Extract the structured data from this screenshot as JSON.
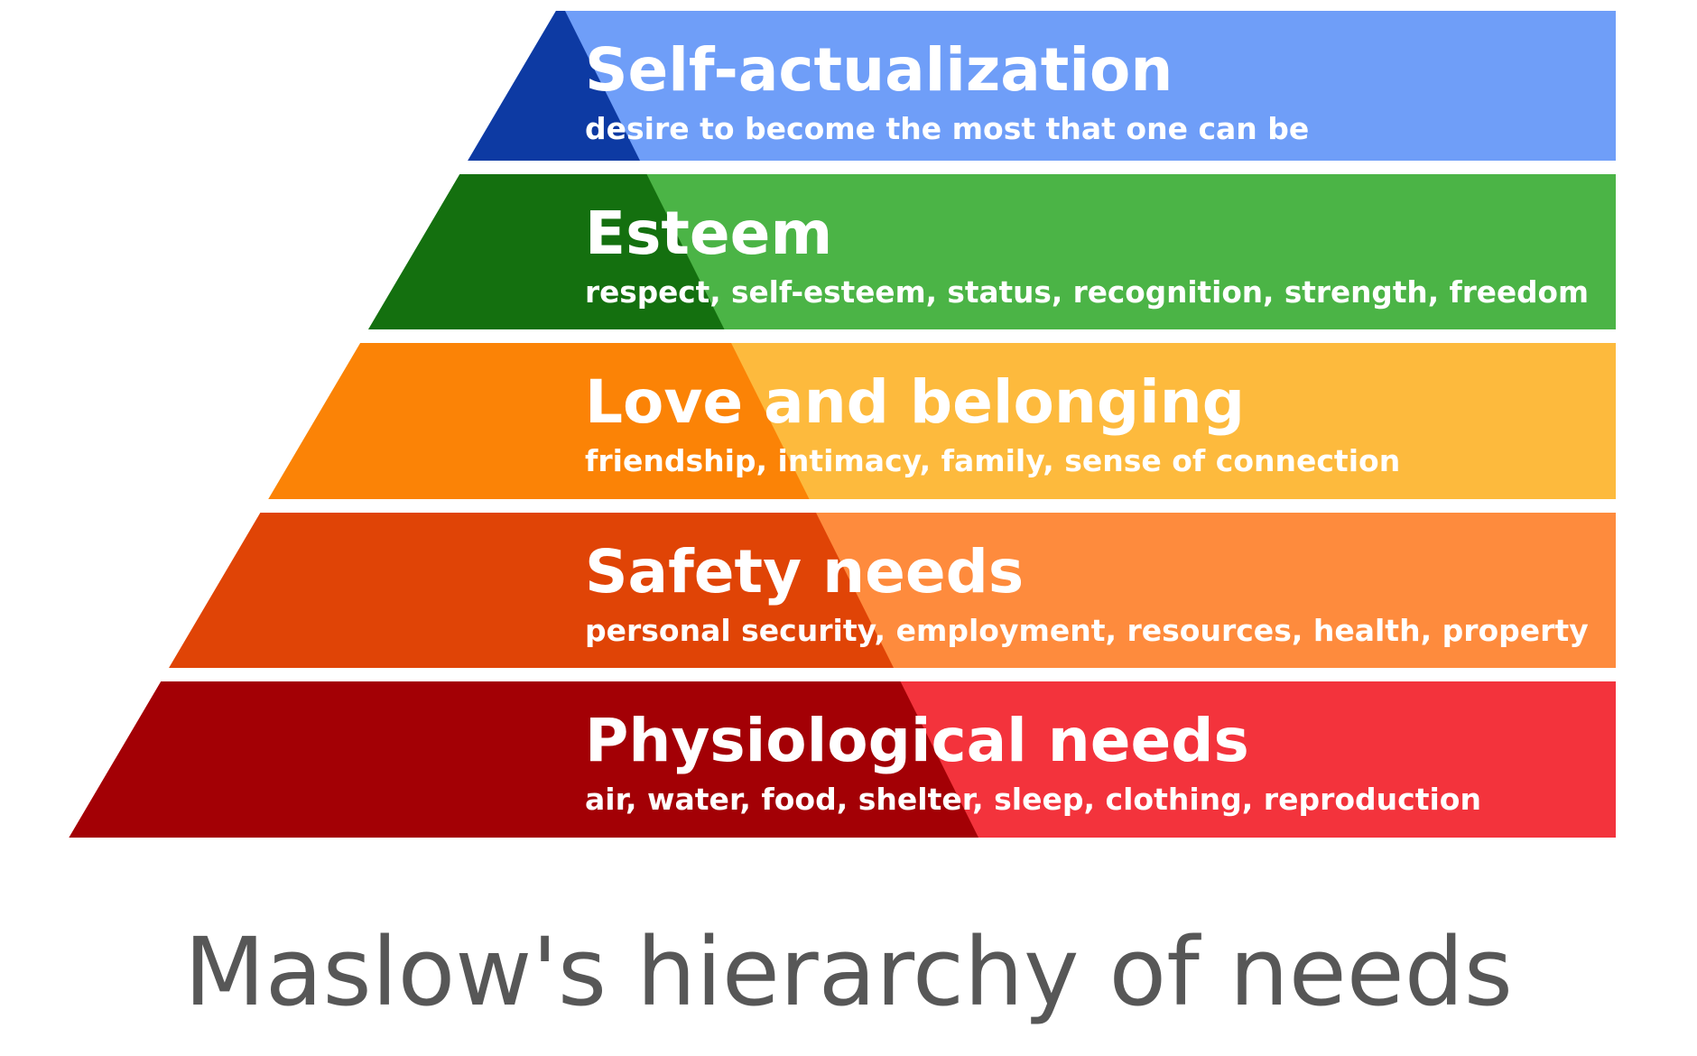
{
  "tiers": [
    {
      "title": "Self-actualization",
      "description": "desire to become the most that one can be",
      "light_color": "#6f9ef8",
      "dark_color": "#0d3aa3"
    },
    {
      "title": "Esteem",
      "description": "respect, self-esteem, status, recognition, strength, freedom",
      "light_color": "#4bb446",
      "dark_color": "#14700f"
    },
    {
      "title": "Love and belonging",
      "description": "friendship, intimacy, family, sense of connection",
      "light_color": "#fdba3d",
      "dark_color": "#fb8306"
    },
    {
      "title": "Safety needs",
      "description": "personal security, employment, resources, health, property",
      "light_color": "#fe8b3d",
      "dark_color": "#e04406"
    },
    {
      "title": "Physiological needs",
      "description": "air, water, food, shelter, sleep, clothing, reproduction",
      "light_color": "#f3333c",
      "dark_color": "#a30005"
    }
  ],
  "caption": "Maslow's hierarchy of needs"
}
